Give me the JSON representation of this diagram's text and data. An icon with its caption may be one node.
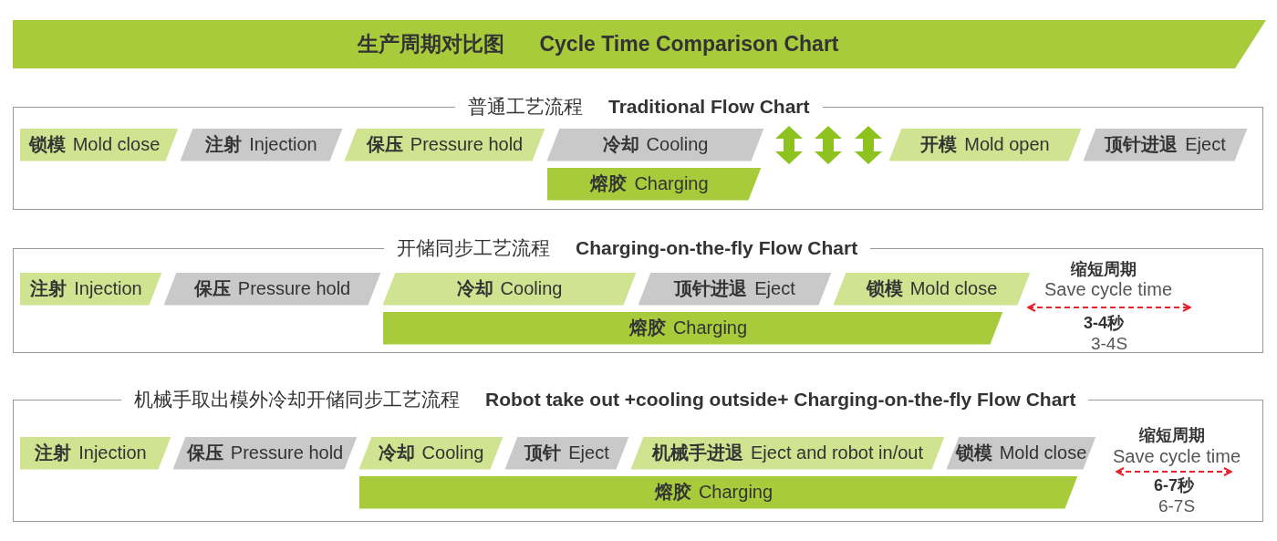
{
  "diagram": {
    "nodes": [
      {
        "text": [
          "生产周期对比图",
          "Cycle Time Comparison Chart"
        ]
      },
      {
        "text": [
          "普通工艺流程",
          "Traditional Flow Chart"
        ]
      },
      {
        "text": [
          "锁模",
          "Mold close"
        ],
        "in": 1
      },
      {
        "text": [
          "注射",
          "Injection"
        ],
        "in": 1
      },
      {
        "text": [
          "保压",
          "Pressure hold"
        ],
        "in": 1
      },
      {
        "text": [
          "冷却",
          "Cooling"
        ],
        "in": 1
      },
      {
        "text": [
          "开模",
          "Mold open"
        ],
        "in": 1
      },
      {
        "text": [
          "顶针进退",
          "Eject"
        ],
        "in": 1
      },
      {
        "text": [
          "熔胶",
          "Charging"
        ],
        "in": 1
      },
      {
        "text": [
          "开储同步工艺流程",
          "Charging-on-the-fly Flow Chart"
        ]
      },
      {
        "text": [
          "注射",
          "Injection"
        ],
        "in": 9
      },
      {
        "text": [
          "保压",
          "Pressure hold"
        ],
        "in": 9
      },
      {
        "text": [
          "冷却",
          "Cooling"
        ],
        "in": 9
      },
      {
        "text": [
          "顶针进退",
          "Eject"
        ],
        "in": 9
      },
      {
        "text": [
          "锁模",
          "Mold close"
        ],
        "in": 9
      },
      {
        "text": [
          "熔胶",
          "Charging"
        ],
        "in": 9
      },
      {
        "text": [
          "机械手取出模外冷却开储同步工艺流程",
          "Robot take out +cooling outside+ Charging-on-the-fly Flow Chart"
        ]
      },
      {
        "text": [
          "注射",
          "Injection"
        ],
        "in": 16
      },
      {
        "text": [
          "保压",
          "Pressure hold"
        ],
        "in": 16
      },
      {
        "text": [
          "冷却",
          "Cooling"
        ],
        "in": 16
      },
      {
        "text": [
          "顶针",
          "Eject"
        ],
        "in": 16
      },
      {
        "text": [
          "机械手进退",
          "Eject and robot in/out"
        ],
        "in": 16
      },
      {
        "text": [
          "锁模",
          "Mold close"
        ],
        "in": 16
      },
      {
        "text": [
          "熔胶",
          "Charging"
        ],
        "in": 16
      }
    ],
    "labels": [
      "缩短周期",
      "Save cycle time",
      "3-4秒",
      "3-4S",
      "缩短周期",
      "Save cycle time",
      "6-7秒",
      "6-7S"
    ]
  }
}
